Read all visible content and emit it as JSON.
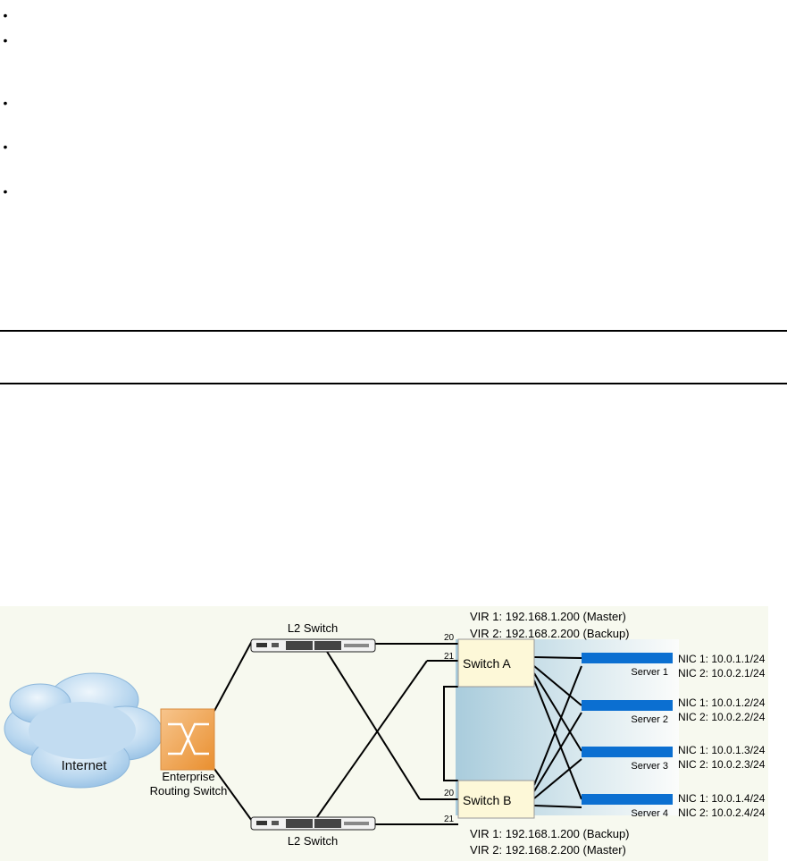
{
  "bullets": [
    "•",
    "•",
    "•",
    "•",
    "•"
  ],
  "diagram": {
    "internet_label": "Internet",
    "routing_switch_label_line1": "Enterprise",
    "routing_switch_label_line2": "Routing Switch",
    "l2_switch_top_label": "L2 Switch",
    "l2_switch_bottom_label": "L2 Switch",
    "switch_a_label": "Switch A",
    "switch_b_label": "Switch B",
    "switch_a_vir1": "VIR 1: 192.168.1.200 (Master)",
    "switch_a_vir2": "VIR 2: 192.168.2.200 (Backup)",
    "switch_b_vir1": "VIR 1: 192.168.1.200 (Backup)",
    "switch_b_vir2": "VIR 2: 192.168.2.200 (Master)",
    "ports": {
      "a_top": "20",
      "a_bottom": "21",
      "b_top": "20",
      "b_bottom": "21"
    },
    "servers": [
      {
        "name": "Server 1",
        "nic1": "NIC 1: 10.0.1.1/24",
        "nic2": "NIC 2: 10.0.2.1/24"
      },
      {
        "name": "Server 2",
        "nic1": "NIC 1: 10.0.1.2/24",
        "nic2": "NIC 2: 10.0.2.2/24"
      },
      {
        "name": "Server 3",
        "nic1": "NIC 1: 10.0.1.3/24",
        "nic2": "NIC 2: 10.0.2.3/24"
      },
      {
        "name": "Server 4",
        "nic1": "NIC 1: 10.0.1.4/24",
        "nic2": "NIC 2: 10.0.2.4/24"
      }
    ],
    "colors": {
      "cloud": "#a9cdea",
      "routing_switch": "#f0a95a",
      "switch_box": "#fdf8d8",
      "server_bar": "#0b6fd1",
      "panel": "#e9f2f5"
    }
  }
}
